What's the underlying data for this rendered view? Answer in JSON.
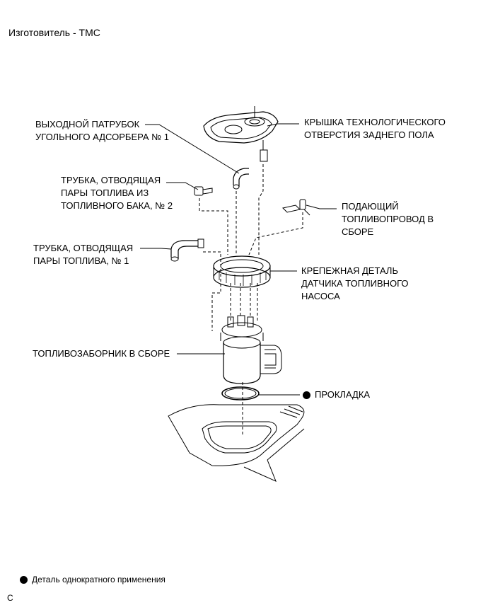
{
  "header": {
    "manufacturer": "Изготовитель - TMC"
  },
  "labels": {
    "outlet_line1": "ВЫХОДНОЙ ПАТРУБОК",
    "outlet_line2": "УГОЛЬНОГО АДСОРБЕРА № 1",
    "cover_line1": "КРЫШКА ТЕХНОЛОГИЧЕСКОГО",
    "cover_line2": "ОТВЕРСТИЯ ЗАДНЕГО ПОЛА",
    "tube2_line1": "ТРУБКА, ОТВОДЯЩАЯ",
    "tube2_line2": "ПАРЫ ТОПЛИВА ИЗ",
    "tube2_line3": "ТОПЛИВНОГО БАКА, № 2",
    "feed_line1": "ПОДАЮЩИЙ",
    "feed_line2": "ТОПЛИВОПРОВОД В",
    "feed_line3": "СБОРЕ",
    "tube1_line1": "ТРУБКА, ОТВОДЯЩАЯ",
    "tube1_line2": "ПАРЫ ТОПЛИВА, № 1",
    "retainer_line1": "КРЕПЕЖНАЯ ДЕТАЛЬ",
    "retainer_line2": "ДАТЧИКА ТОПЛИВНОГО",
    "retainer_line3": "НАСОСА",
    "suction": "ТОПЛИВОЗАБОРНИК В СБОРЕ",
    "gasket": "ПРОКЛАДКА"
  },
  "legend": {
    "text": "Деталь однократного применения",
    "marker_icon": "filled-circle"
  },
  "footer": {
    "code": "C"
  }
}
